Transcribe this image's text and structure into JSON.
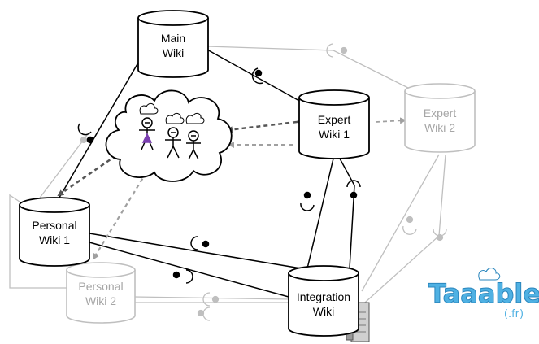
{
  "nodes": {
    "main_wiki": [
      "Main",
      "Wiki"
    ],
    "expert_wiki_1": [
      "Expert",
      "Wiki 1"
    ],
    "expert_wiki_2": [
      "Expert",
      "Wiki 2"
    ],
    "personal_wiki_1": [
      "Personal",
      "Wiki 1"
    ],
    "personal_wiki_2": [
      "Personal",
      "Wiki 2"
    ],
    "integration_wiki": [
      "Integration",
      "Wiki"
    ]
  },
  "logo": {
    "word": "Taaable",
    "suffix": "(.fr)"
  },
  "colors": {
    "active": "#000000",
    "inactive": "#bfbfbf",
    "inactive_text": "#a6a6a6",
    "dashed_dark": "#555555",
    "dashed_light": "#a0a0a0",
    "user_accent": "#7b3fb0",
    "logo_fill": "#4fb1e3",
    "logo_stroke": "#2a86bd"
  }
}
